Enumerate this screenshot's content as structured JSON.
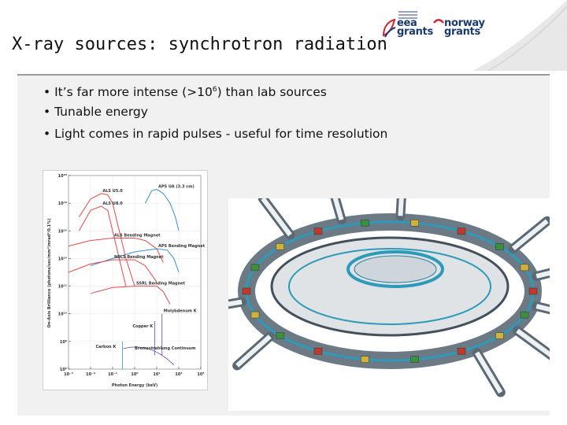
{
  "slide": {
    "title": "X-ray sources: synchrotron radiation",
    "bullets": [
      {
        "prefix": "• It’s far more intense (>10",
        "sup": "6",
        "suffix": ") than lab sources"
      },
      {
        "text": "• Tunable energy"
      },
      {
        "text": "• Light comes in rapid pulses - useful for time resolution"
      }
    ]
  },
  "logos": {
    "eea": {
      "text_line1": "eea",
      "text_line2": "grants",
      "color": "#1b3a6d",
      "accent": "#d22630"
    },
    "norway": {
      "text_line1": "norway",
      "text_line2": "grants",
      "color": "#1b3a6d",
      "accent": "#d22630"
    }
  },
  "chart_data": {
    "type": "line",
    "xlabel": "Photon Energy (keV)",
    "ylabel": "On-Axis Brilliance (photons/sec/mm²/mrad²/0.1%)",
    "xscale": "log",
    "yscale": "log",
    "xlim": [
      0.001,
      1000
    ],
    "ylim": [
      1000000,
      1e+20
    ],
    "x_tick_labels": [
      "10⁻³",
      "10⁻²",
      "10⁻¹",
      "10⁰",
      "10¹",
      "10²",
      "10³"
    ],
    "y_tick_labels": [
      "10²⁰",
      "10¹⁸",
      "10¹⁶",
      "10¹⁴",
      "10¹²",
      "10¹⁰",
      "10⁸",
      "10⁶"
    ],
    "series": [
      {
        "name": "ALS U5.0",
        "color": "#e04a4a",
        "x": [
          0.003,
          0.01,
          0.03,
          0.06,
          0.1,
          0.2,
          0.4,
          1
        ],
        "y": [
          1e+17,
          2e+18,
          5e+18,
          4e+18,
          1e+18,
          1e+16,
          100000000000000.0,
          1000000000000.0
        ]
      },
      {
        "name": "ALS U8.0",
        "color": "#e04a4a",
        "x": [
          0.003,
          0.01,
          0.03,
          0.06,
          0.1,
          0.2,
          0.4
        ],
        "y": [
          1e+16,
          3e+17,
          6e+17,
          3e+17,
          1e+16,
          100000000000000.0,
          1000000000000.0
        ]
      },
      {
        "name": "APS UA (3.3 cm)",
        "color": "#3b8fd0",
        "x": [
          3,
          6,
          10,
          20,
          40,
          70,
          100
        ],
        "y": [
          1e+18,
          8e+18,
          1e+19,
          5e+18,
          1e+18,
          1e+17,
          1e+16
        ]
      },
      {
        "name": "ALS Bending Magnet",
        "color": "#e04a4a",
        "x": [
          0.001,
          0.01,
          0.1,
          1,
          3,
          10,
          20
        ],
        "y": [
          800000000000000.0,
          2000000000000000.0,
          3000000000000000.0,
          3000000000000000.0,
          2000000000000000.0,
          500000000000000.0,
          50000000000000.0
        ]
      },
      {
        "name": "APS Bending Magnet",
        "color": "#3b8fd0",
        "x": [
          0.01,
          0.1,
          1,
          10,
          30,
          60,
          100
        ],
        "y": [
          30000000000000.0,
          100000000000000.0,
          300000000000000.0,
          500000000000000.0,
          400000000000000.0,
          100000000000000.0,
          10000000000000.0
        ]
      },
      {
        "name": "NSLS Bending Magnet",
        "color": "#e04a4a",
        "x": [
          0.001,
          0.01,
          0.1,
          1,
          3,
          10
        ],
        "y": [
          10000000000000.0,
          40000000000000.0,
          80000000000000.0,
          80000000000000.0,
          30000000000000.0,
          2000000000000.0
        ]
      },
      {
        "name": "SSRL Bending Magnet",
        "color": "#e04a4a",
        "x": [
          0.01,
          0.1,
          1,
          10,
          20,
          40
        ],
        "y": [
          300000000000.0,
          800000000000.0,
          1000000000000.0,
          1000000000000.0,
          400000000000.0,
          50000000000.0
        ]
      }
    ],
    "annotations": [
      {
        "text": "Molybdenum K",
        "color": "#6a3fa0"
      },
      {
        "text": "Copper K",
        "color": "#6a3fa0"
      },
      {
        "text": "Carbon K",
        "color": "#3b8fd0"
      },
      {
        "text": "Bremsstrahlung Continuum",
        "color": "#6a3fa0"
      }
    ]
  },
  "illustration": {
    "type": "synchrotron-ring",
    "accent": "#2c9ab8",
    "red": "#c0392b"
  }
}
